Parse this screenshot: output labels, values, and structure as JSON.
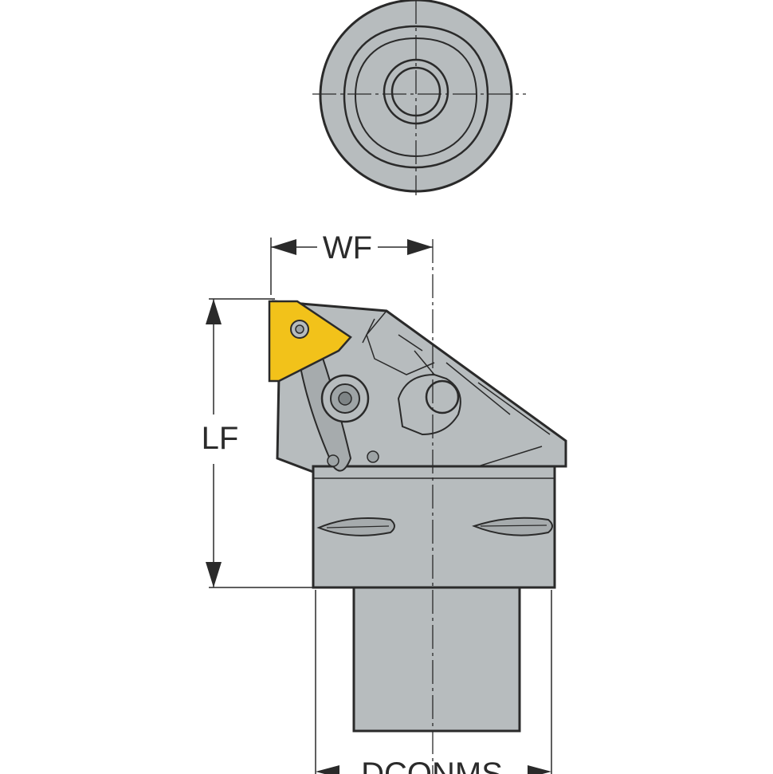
{
  "labels": {
    "wf": "WF",
    "lf": "LF",
    "dconms": "DCONMS"
  },
  "colors": {
    "body": "#b7bcbe",
    "body_dark": "#9ea4a6",
    "outline": "#2a2a2a",
    "insert": "#f2c21a",
    "background": "#ffffff"
  }
}
